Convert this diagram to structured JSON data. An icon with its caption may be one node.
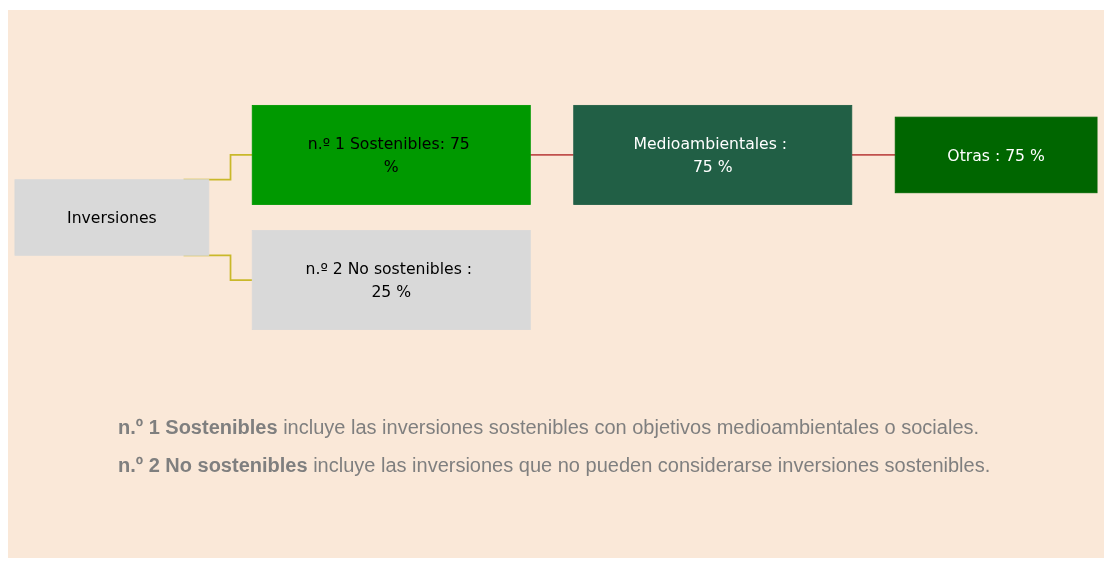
{
  "diagram": {
    "nodes": [
      {
        "text": [
          "Inversiones"
        ]
      },
      {
        "text": [
          "n.º 1 Sostenibles: 75 %"
        ]
      },
      {
        "text": [
          "Medioambientales : 75 %"
        ]
      },
      {
        "text": [
          "Otras : 75 %"
        ]
      },
      {
        "text": [
          "n.º 2 No sostenibles : 25 %"
        ]
      }
    ],
    "edges": [
      {
        "from": 0,
        "to": 1,
        "arrow": "none",
        "color": "#c9b82a"
      },
      {
        "from": 0,
        "to": 4,
        "arrow": "none",
        "color": "#c9b82a"
      },
      {
        "from": 1,
        "to": 2,
        "arrow": "none",
        "color": "#c0504d"
      },
      {
        "from": 2,
        "to": 3,
        "arrow": "none",
        "color": "#c0504d"
      }
    ],
    "labels": [
      "**n.º 1 Sostenibles** incluye las inversiones sostenibles con objetivos medioambientales o sociales.",
      "**n.º 2 No sostenibles** incluye las inversiones que no pueden considerarse inversiones sostenibles."
    ]
  }
}
